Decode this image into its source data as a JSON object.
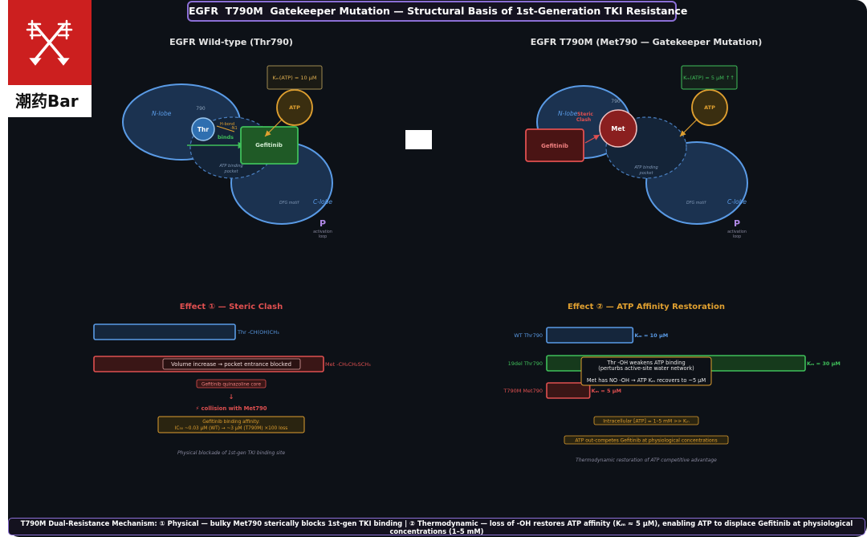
{
  "title": "EGFR  T790M  Gatekeeper Mutation — Structural Basis of 1st-Generation TKI Resistance",
  "logo": {
    "text": "潮药Bar"
  },
  "left_panel": {
    "heading": "EGFR  Wild-type  (Thr790)",
    "km_label": "Kₘ(ATP) = 10 μM",
    "n_lobe": "N-lobe",
    "c_lobe": "C-lobe",
    "residue_num": "790",
    "thr": "Thr",
    "hbond": "H-bond",
    "hbond2": "-N1",
    "binds": "binds",
    "atp": "ATP",
    "gefitinib": "Gefitinib",
    "pocket": "ATP binding",
    "pocket2": "pocket",
    "dfg": "DFG motif",
    "p": "P",
    "activation": "activation",
    "loop": "loop"
  },
  "right_panel": {
    "heading": "EGFR  T790M  (Met790  —  Gatekeeper Mutation)",
    "km_label": "Kₘ(ATP) = 5 μM  ↑↑",
    "n_lobe": "N-lobe",
    "c_lobe": "C-lobe",
    "residue_num": "790",
    "met": "Met",
    "steric": "Steric",
    "clash": "Clash",
    "gefitinib": "Gefitinib",
    "atp": "ATP",
    "pocket": "ATP binding",
    "pocket2": "pocket",
    "dfg": "DFG motif",
    "p": "P",
    "activation": "activation",
    "loop": "loop"
  },
  "effect1": {
    "heading": "Effect ①  —  Steric Clash",
    "thr_label": "Thr  -CH(OH)CH₃",
    "met_label": "Met  -CH₂CH₂SCH₃",
    "volume": "Volume increase → pocket entrance blocked",
    "core": "Gefitinib quinazoline core",
    "arrow": "↓",
    "collision": "⚡  collision with Met790",
    "affinity_title": "Gefitinib binding affinity:",
    "affinity_value": "IC₅₀  ~0.03 μM  (WT)  →  ~3 μM  (T790M)  ×100 loss",
    "caption": "Physical blockade of 1st-gen TKI binding site"
  },
  "effect2": {
    "heading": "Effect ②  —  ATP Affinity Restoration",
    "rows": [
      {
        "label": "WT  Thr790",
        "km": "Kₘ = 10 μM",
        "value": 10
      },
      {
        "label": "19del  Thr790",
        "km": "Kₘ = 30 μM",
        "value": 30
      },
      {
        "label": "T790M  Met790",
        "km": "Kₘ = 5 μM",
        "value": 5
      }
    ],
    "note_line1": "Thr -OH  weakens ATP binding",
    "note_line2": "(perturbs active-site water network)",
    "note_line3": "Met has NO -OH  →  ATP Kₘ recovers to ~5 μM",
    "intracellular": "Intracellular [ATP] = 1–5 mM  >>  Kₘ",
    "outcompetes": "ATP out-competes Gefitinib at physiological concentrations",
    "caption": "Thermodynamic restoration of ATP competitive advantage"
  },
  "footer": "T790M  Dual-Resistance Mechanism:  ① Physical — bulky Met790 sterically blocks 1st-gen TKI binding  |  ② Thermodynamic — loss of -OH restores ATP affinity (Kₘ ≈ 5 μM),  enabling ATP to displace Gefitinib at physiological concentrations (1–5 mM)",
  "colors": {
    "background": "#0d1117",
    "blue": "#5a9be6",
    "green": "#3fbf5a",
    "red": "#e05050",
    "orange": "#e0a030",
    "purple": "#8b6fd6"
  }
}
